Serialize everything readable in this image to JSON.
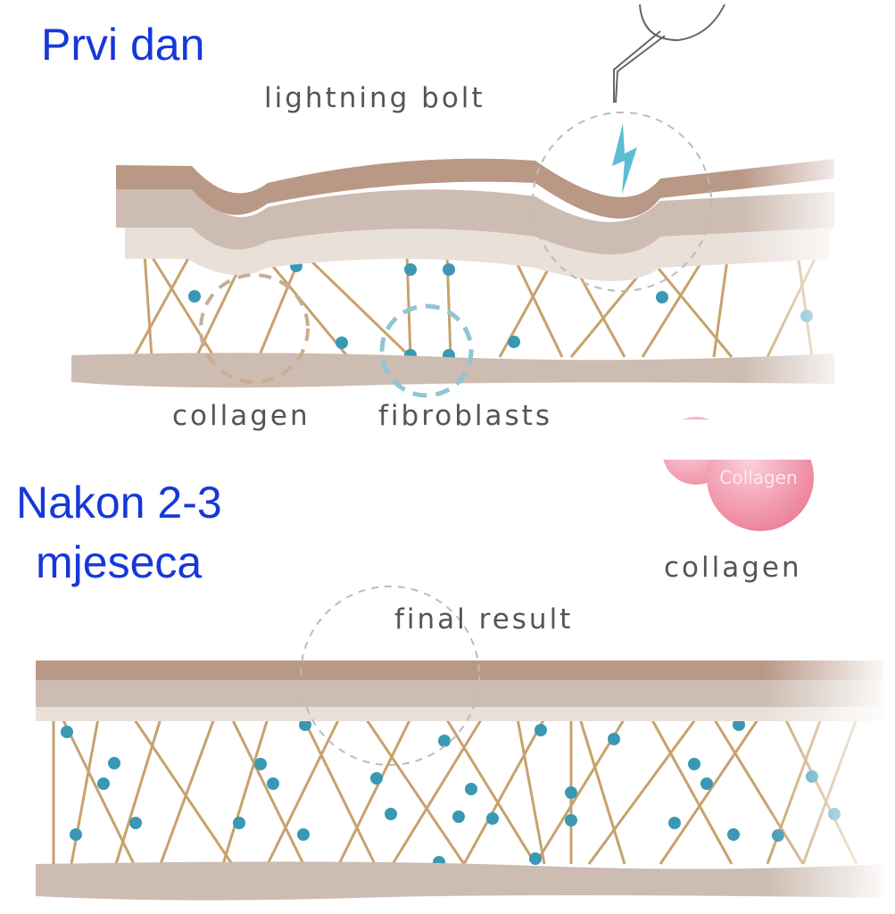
{
  "top_panel": {
    "heading": "Prvi dan",
    "lightning_label": "lightning bolt",
    "collagen_label": "collagen",
    "fibroblasts_label": "fibroblasts"
  },
  "bottom_panel": {
    "heading_line1": "Nakon 2-3",
    "heading_line2": "mjeseca",
    "bubble_text": "Collagen",
    "collagen_label": "collagen",
    "final_label": "final result"
  },
  "colors": {
    "heading": "#1638d8",
    "skin_dark": "#b99886",
    "skin_mid": "#cdbcb1",
    "skin_light": "#e9e0da",
    "fiber": "#c7a26c",
    "fibroblast": "#3a98b4",
    "bolt": "#5bbdd3"
  }
}
